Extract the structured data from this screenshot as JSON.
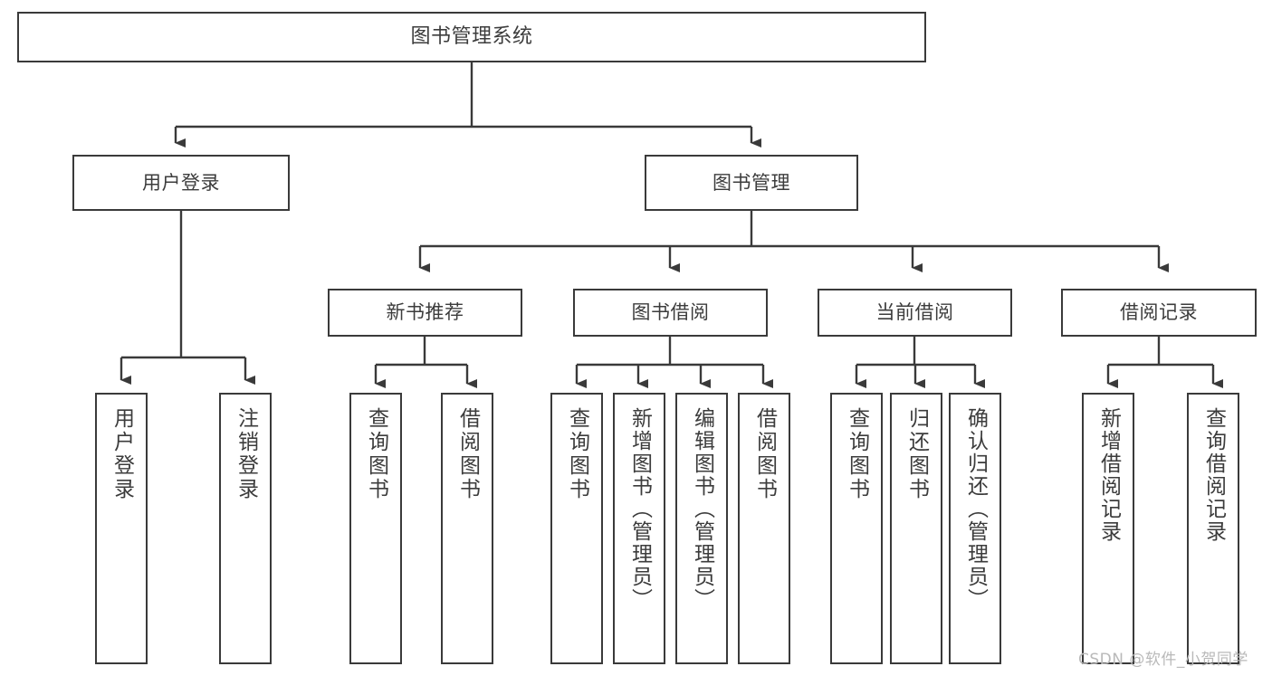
{
  "diagram": {
    "title": "图书管理系统",
    "type": "tree-hierarchy-diagram",
    "watermark": "CSDN @软件_小贺同学",
    "colors": {
      "stroke": "#3a3a3a",
      "fill": "#ffffff",
      "text": "#3c3c3c",
      "watermark": "#b9b9b9",
      "background": "#ffffff"
    },
    "nodes": {
      "root": {
        "label": "图书管理系统"
      },
      "level1": [
        {
          "label": "用户登录"
        },
        {
          "label": "图书管理"
        }
      ],
      "level2": [
        {
          "label": "新书推荐"
        },
        {
          "label": "图书借阅"
        },
        {
          "label": "当前借阅"
        },
        {
          "label": "借阅记录"
        }
      ],
      "leaves": {
        "user_login": [
          {
            "label": "用户登录"
          },
          {
            "label": "注销登录"
          }
        ],
        "new_book": [
          {
            "label": "查询图书"
          },
          {
            "label": "借阅图书"
          }
        ],
        "book_borrow": [
          {
            "label": "查询图书"
          },
          {
            "label": "新增图书（管理员）"
          },
          {
            "label": "编辑图书（管理员）"
          },
          {
            "label": "借阅图书"
          }
        ],
        "current_borrow": [
          {
            "label": "查询图书"
          },
          {
            "label": "归还图书"
          },
          {
            "label": "确认归还（管理员）"
          }
        ],
        "borrow_record": [
          {
            "label": "新增借阅记录"
          },
          {
            "label": "查询借阅记录"
          }
        ]
      }
    }
  }
}
